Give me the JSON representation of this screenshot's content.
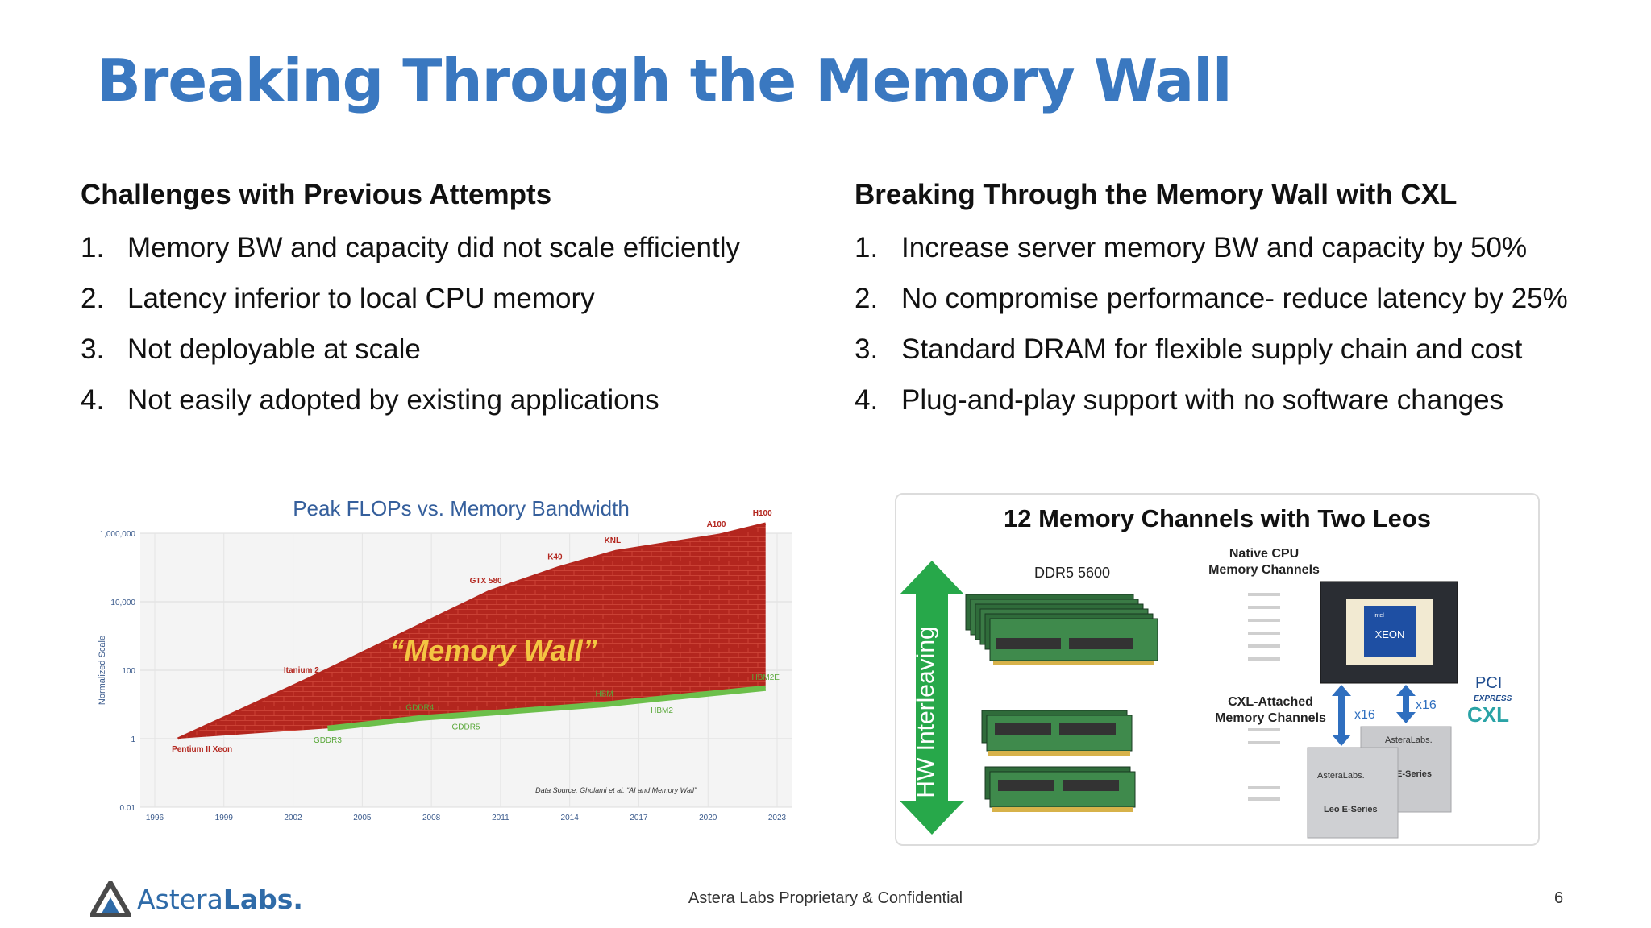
{
  "slide": {
    "title": "Breaking Through the Memory Wall",
    "page_number": "6",
    "footer": "Astera Labs Proprietary & Confidential",
    "logo_text": "AsteraLabs.",
    "logo_text_part1": "Astera",
    "logo_text_part2": "Labs."
  },
  "left_column": {
    "heading": "Challenges with Previous Attempts",
    "items": [
      {
        "num": "1.",
        "text": "Memory BW and capacity did not scale efficiently"
      },
      {
        "num": "2.",
        "text": "Latency inferior to local CPU memory"
      },
      {
        "num": "3.",
        "text": "Not deployable at scale"
      },
      {
        "num": "4.",
        "text": "Not easily adopted by existing applications"
      }
    ]
  },
  "right_column": {
    "heading": "Breaking Through the Memory Wall with CXL",
    "items": [
      {
        "num": "1.",
        "text": "Increase server memory BW and capacity by 50%"
      },
      {
        "num": "2.",
        "text": "No compromise performance- reduce latency by 25%"
      },
      {
        "num": "3.",
        "text": "Standard DRAM for flexible supply chain and cost"
      },
      {
        "num": "4.",
        "text": "Plug-and-play support with no software changes"
      }
    ]
  },
  "chart_data": {
    "type": "area",
    "title": "Peak FLOPs vs. Memory Bandwidth",
    "ylabel": "Normalized Scale",
    "yscale": "log",
    "yticks": [
      "1,000,000",
      "10,000",
      "100",
      "1",
      "0.01"
    ],
    "xticks": [
      "1996",
      "1999",
      "2002",
      "2005",
      "2008",
      "2011",
      "2014",
      "2017",
      "2020",
      "2023"
    ],
    "xlim": [
      1996,
      2023
    ],
    "ylim": [
      0.01,
      1000000
    ],
    "annotation": "“Memory Wall”",
    "source": "Data Source: Gholami et al. “AI and Memory Wall”",
    "colors": {
      "flops": "#b3261e",
      "bandwidth": "#6cbf4a",
      "flops_label": "#b3261e",
      "bw_label": "#5aa83a"
    },
    "series": [
      {
        "name": "Peak FLOPs",
        "points": [
          {
            "label": "Pentium II Xeon",
            "x": 1997,
            "y": 1
          },
          {
            "label": "Itanium 2",
            "x": 2002.5,
            "y": 50
          },
          {
            "label": "GTX 580",
            "x": 2010.5,
            "y": 20000
          },
          {
            "label": "K40",
            "x": 2013.5,
            "y": 100000
          },
          {
            "label": "KNL",
            "x": 2016,
            "y": 300000
          },
          {
            "label": "A100",
            "x": 2020.5,
            "y": 900000
          },
          {
            "label": "H100",
            "x": 2022.5,
            "y": 3000000
          }
        ]
      },
      {
        "name": "Memory Bandwidth",
        "points": [
          {
            "label": "GDDR3",
            "x": 2003.5,
            "y": 2
          },
          {
            "label": "GDDR4",
            "x": 2007.5,
            "y": 4
          },
          {
            "label": "GDDR5",
            "x": 2009.5,
            "y": 5
          },
          {
            "label": "HBM",
            "x": 2015.5,
            "y": 10
          },
          {
            "label": "HBM2",
            "x": 2018,
            "y": 15
          },
          {
            "label": "HBM2E",
            "x": 2022.5,
            "y": 30
          }
        ]
      }
    ]
  },
  "diagram": {
    "title": "12 Memory Channels with Two Leos",
    "ddr_label": "DDR5 5600",
    "native_label_line1": "Native CPU",
    "native_label_line2": "Memory Channels",
    "cxl_label_line1": "CXL-Attached",
    "cxl_label_line2": "Memory Channels",
    "hw_interleaving": "HW Interleaving",
    "cpu_brand_small": "intel",
    "cpu_brand": "XEON",
    "link1": "x16",
    "link2": "x16",
    "pci_label": "PCI",
    "pci_express": "EXPRESS",
    "cxl_logo": "CXL",
    "chip_logo": "AsteraLabs.",
    "chip1_label": "Leo E-Series",
    "chip2_label": "E-Series"
  }
}
